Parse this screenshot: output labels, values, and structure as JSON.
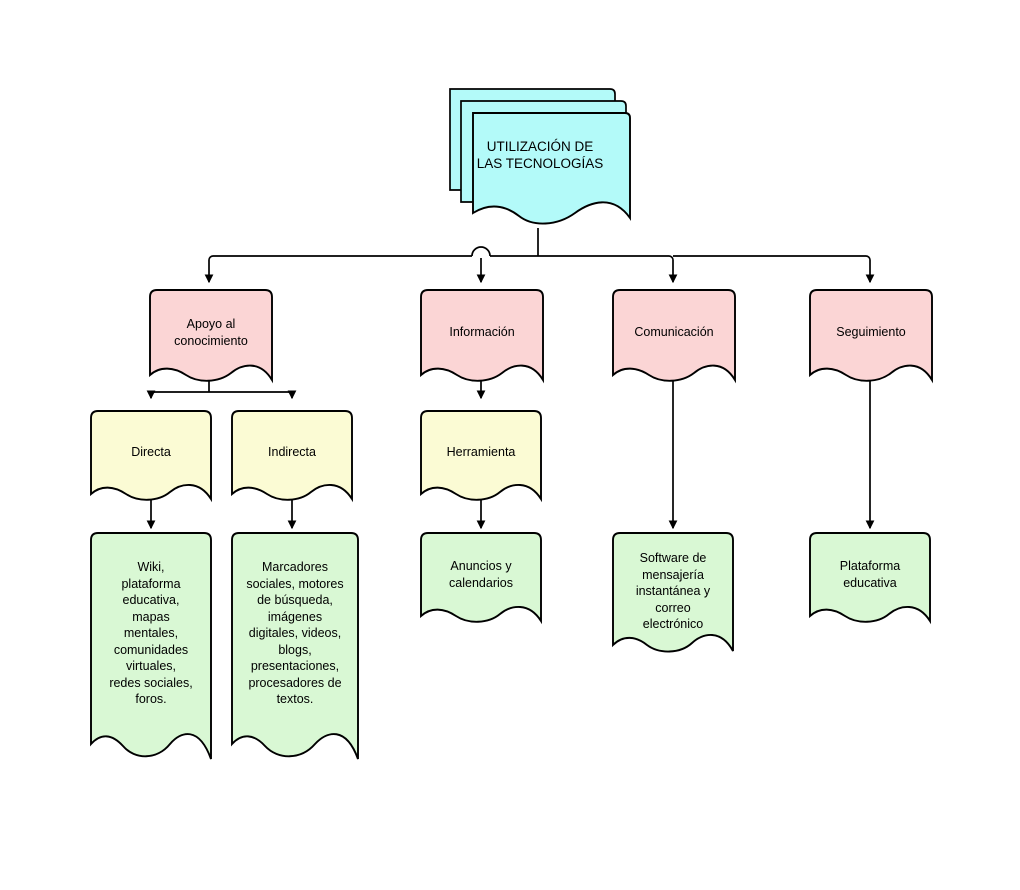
{
  "diagram": {
    "title_text": "UTILIZACIÓN DE\nLAS TECNOLOGÍAS",
    "colors": {
      "root_fill": "#b3faf9",
      "level2_fill": "#fbd5d5",
      "level3_fill": "#fbfbd4",
      "level4_fill": "#d9f8d4",
      "stroke": "#000000",
      "background": "#ffffff",
      "text": "#000000"
    },
    "nodes": {
      "root": {
        "label": "UTILIZACIÓN DE\nLAS TECNOLOGÍAS"
      },
      "apoyo": {
        "label": "Apoyo al\nconocimiento"
      },
      "informacion": {
        "label": "Información"
      },
      "comunicacion": {
        "label": "Comunicación"
      },
      "seguimiento": {
        "label": "Seguimiento"
      },
      "directa": {
        "label": "Directa"
      },
      "indirecta": {
        "label": "Indirecta"
      },
      "herramienta": {
        "label": "Herramienta"
      },
      "wiki": {
        "label": "Wiki,\nplataforma\neducativa,\nmapas\nmentales,\ncomunidades\nvirtuales,\nredes sociales,\nforos."
      },
      "marcadores": {
        "label": "Marcadores\nsociales, motores\nde búsqueda,\nimágenes\ndigitales, videos,\nblogs,\npresentaciones,\nprocesadores de\ntextos."
      },
      "anuncios": {
        "label": "Anuncios y\ncalendarios"
      },
      "software": {
        "label": "Software de\nmensajería\ninstantánea y\ncorreo\nelectrónico"
      },
      "plataforma": {
        "label": "Plataforma\neducativa"
      }
    }
  },
  "chart_data": {
    "type": "diagram",
    "title": "UTILIZACIÓN DE LAS TECNOLOGÍAS",
    "layout": "tree",
    "levels": 4,
    "nodes": [
      {
        "id": "root",
        "label": "UTILIZACIÓN DE LAS TECNOLOGÍAS",
        "level": 0,
        "shape": "stacked-document",
        "fill": "#b3faf9"
      },
      {
        "id": "apoyo",
        "label": "Apoyo al conocimiento",
        "level": 1,
        "shape": "document",
        "fill": "#fbd5d5"
      },
      {
        "id": "informacion",
        "label": "Información",
        "level": 1,
        "shape": "document",
        "fill": "#fbd5d5"
      },
      {
        "id": "comunicacion",
        "label": "Comunicación",
        "level": 1,
        "shape": "document",
        "fill": "#fbd5d5"
      },
      {
        "id": "seguimiento",
        "label": "Seguimiento",
        "level": 1,
        "shape": "document",
        "fill": "#fbd5d5"
      },
      {
        "id": "directa",
        "label": "Directa",
        "level": 2,
        "shape": "document",
        "fill": "#fbfbd4"
      },
      {
        "id": "indirecta",
        "label": "Indirecta",
        "level": 2,
        "shape": "document",
        "fill": "#fbfbd4"
      },
      {
        "id": "herramienta",
        "label": "Herramienta",
        "level": 2,
        "shape": "document",
        "fill": "#fbfbd4"
      },
      {
        "id": "wiki",
        "label": "Wiki, plataforma educativa, mapas mentales, comunidades virtuales, redes sociales, foros.",
        "level": 3,
        "shape": "document",
        "fill": "#d9f8d4"
      },
      {
        "id": "marcadores",
        "label": "Marcadores sociales, motores de búsqueda, imágenes digitales, videos, blogs, presentaciones, procesadores de textos.",
        "level": 3,
        "shape": "document",
        "fill": "#d9f8d4"
      },
      {
        "id": "anuncios",
        "label": "Anuncios y calendarios",
        "level": 3,
        "shape": "document",
        "fill": "#d9f8d4"
      },
      {
        "id": "software",
        "label": "Software de mensajería instantánea y correo electrónico",
        "level": 3,
        "shape": "document",
        "fill": "#d9f8d4"
      },
      {
        "id": "plataforma",
        "label": "Plataforma educativa",
        "level": 3,
        "shape": "document",
        "fill": "#d9f8d4"
      }
    ],
    "edges": [
      {
        "from": "root",
        "to": "apoyo"
      },
      {
        "from": "root",
        "to": "informacion"
      },
      {
        "from": "root",
        "to": "comunicacion"
      },
      {
        "from": "root",
        "to": "seguimiento"
      },
      {
        "from": "apoyo",
        "to": "directa"
      },
      {
        "from": "apoyo",
        "to": "indirecta"
      },
      {
        "from": "informacion",
        "to": "herramienta"
      },
      {
        "from": "directa",
        "to": "wiki"
      },
      {
        "from": "indirecta",
        "to": "marcadores"
      },
      {
        "from": "herramienta",
        "to": "anuncios"
      },
      {
        "from": "comunicacion",
        "to": "software"
      },
      {
        "from": "seguimiento",
        "to": "plataforma"
      }
    ]
  }
}
